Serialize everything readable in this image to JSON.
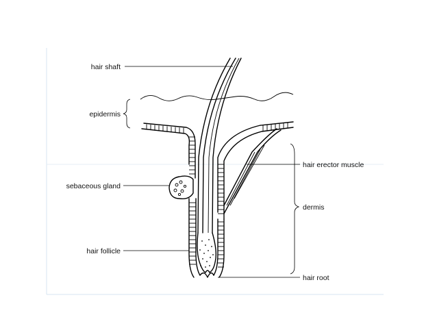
{
  "diagram": {
    "labels": {
      "hair_shaft": "hair shaft",
      "epidermis": "epidermis",
      "sebaceous_gland": "sebaceous gland",
      "hair_follicle": "hair follicle",
      "hair_erector_muscle": "hair erector muscle",
      "dermis": "dermis",
      "hair_root": "hair root"
    }
  }
}
